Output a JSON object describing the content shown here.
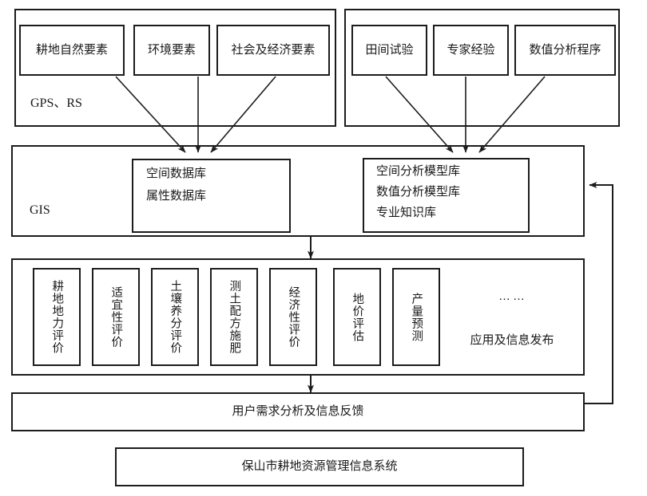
{
  "diagram": {
    "title": "保山市耕地资源管理信息系统",
    "groups": [
      {
        "id": "gps-rs",
        "label": "GPS、RS"
      },
      {
        "id": "expert-sources",
        "label": ""
      },
      {
        "id": "gis",
        "label": "GIS"
      },
      {
        "id": "applications",
        "label": ""
      }
    ],
    "data_sources_left": [
      {
        "label": "耕地自然要素"
      },
      {
        "label": "环境要素"
      },
      {
        "label": "社会及经济要素"
      }
    ],
    "data_sources_right": [
      {
        "label": "田间试验"
      },
      {
        "label": "专家经验"
      },
      {
        "label": "数值分析程序"
      }
    ],
    "database_box": {
      "lines": [
        "空间数据库",
        "属性数据库"
      ]
    },
    "model_box": {
      "lines": [
        "空间分析模型库",
        "数值分析模型库",
        "专业知识库"
      ]
    },
    "applications": [
      {
        "label": "耕地地力评价"
      },
      {
        "label": "适宜性评价"
      },
      {
        "label": "土壤养分评价"
      },
      {
        "label": "测土配方施肥"
      },
      {
        "label": "经济性评价"
      },
      {
        "label": "地价评估"
      },
      {
        "label": "产量预测"
      }
    ],
    "applications_ellipsis": "……",
    "applications_caption": "应用及信息发布",
    "feedback_box": {
      "label": "用户需求分析及信息反馈"
    },
    "system_box": {
      "label": "保山市耕地资源管理信息系统"
    },
    "colors": {
      "stroke": "#1c1c1c",
      "background": "#ffffff",
      "text": "#1a1a1a"
    }
  }
}
